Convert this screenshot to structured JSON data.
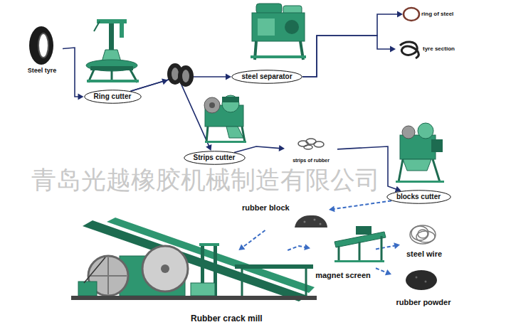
{
  "diagram": {
    "nodes": [
      {
        "text": [
          "Steel tyre"
        ]
      },
      {
        "text": [
          "Ring cutter"
        ]
      },
      {
        "text": [
          "steel separator"
        ]
      },
      {
        "text": [
          "ring of steel"
        ]
      },
      {
        "text": [
          "tyre section"
        ]
      },
      {
        "text": [
          "Strips cutter"
        ]
      },
      {
        "text": [
          "strips of rubber"
        ]
      },
      {
        "text": [
          "blocks cutter"
        ]
      },
      {
        "text": [
          "rubber block"
        ]
      },
      {
        "text": [
          "Rubber crack mill"
        ]
      },
      {
        "text": [
          "magnet screen"
        ]
      },
      {
        "text": [
          "steel wire"
        ]
      },
      {
        "text": [
          "rubber powder"
        ]
      }
    ],
    "edges": [
      {
        "from": 0,
        "to": 1,
        "arrow": "to"
      },
      {
        "from": 1,
        "to": 2,
        "arrow": "to"
      },
      {
        "from": 1,
        "to": 5,
        "arrow": "to"
      },
      {
        "from": 2,
        "to": 3,
        "arrow": "to"
      },
      {
        "from": 2,
        "to": 4,
        "arrow": "to"
      },
      {
        "from": 5,
        "to": 6,
        "arrow": "to"
      },
      {
        "from": 6,
        "to": 7,
        "arrow": "to"
      },
      {
        "from": 7,
        "to": 8,
        "arrow": "to"
      },
      {
        "from": 8,
        "to": 9,
        "arrow": "to"
      },
      {
        "from": 9,
        "to": 10,
        "arrow": "to"
      },
      {
        "from": 10,
        "to": 11,
        "arrow": "to"
      },
      {
        "from": 10,
        "to": 12,
        "arrow": "to"
      }
    ],
    "labels": [
      "青岛光越橡胶机械制造有限公司"
    ]
  }
}
